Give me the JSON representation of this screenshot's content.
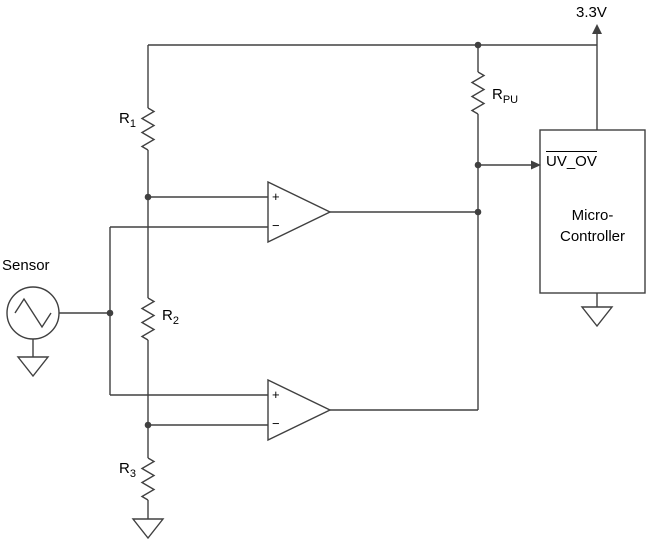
{
  "diagram": {
    "power_rail": {
      "label": "3.3V"
    },
    "resistors": {
      "r1": {
        "name": "R",
        "sub": "1"
      },
      "r2": {
        "name": "R",
        "sub": "2"
      },
      "r3": {
        "name": "R",
        "sub": "3"
      },
      "rpu": {
        "name": "R",
        "sub": "PU"
      }
    },
    "sensor": {
      "label": "Sensor"
    },
    "comparator_top": {
      "plus": "+",
      "minus": "−"
    },
    "comparator_bottom": {
      "plus": "+",
      "minus": "−"
    },
    "microcontroller": {
      "signal": "UV_OV",
      "name_line1": "Micro-",
      "name_line2": "Controller"
    },
    "colors": {
      "wire": "#404040",
      "text": "#000000",
      "background": "#ffffff"
    }
  }
}
